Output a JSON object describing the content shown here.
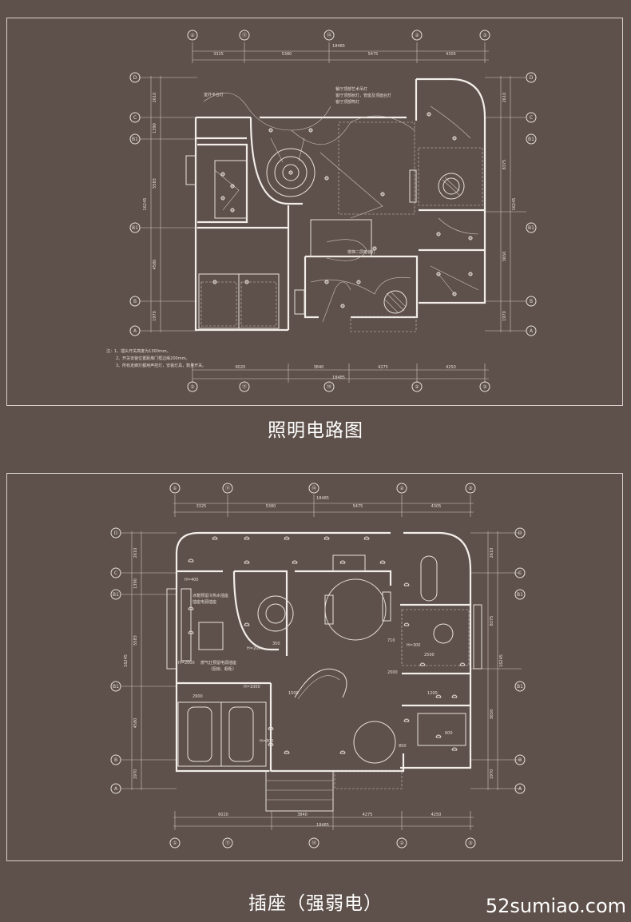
{
  "captions": {
    "lighting": "照明电路图",
    "sockets": "插座（强弱电）"
  },
  "watermark": "52sumiao.com",
  "grid": {
    "top_axes": [
      "①",
      "⑪",
      "⑭",
      "②",
      "③"
    ],
    "side_axes": [
      "D",
      "C",
      "B1",
      "B1",
      "B",
      "A"
    ],
    "top_dims": [
      "3325",
      "5380",
      "5475",
      "4305"
    ],
    "bottom_dims": [
      "6020",
      "3840",
      "4275",
      "4250"
    ],
    "total": "18485",
    "left_dims": [
      "2610",
      "1390",
      "5583",
      "4580",
      "1970"
    ],
    "left_total": "16245",
    "right_dims": [
      "2610",
      "8375",
      "3650",
      "1970"
    ],
    "right_total": "16245"
  },
  "lighting_notes": {
    "note_1": "注：1、插头开关高度为1300mm。",
    "note_2": "2、开关安装位置距离门框边缘200mm。",
    "note_3": "3、所有走廊灯都用声控灯，安装灯具，数量开关。",
    "label_stair": "楼梯二层暗装灯",
    "label_terrace": "室外平台灯",
    "label_a": "餐厅顶部艺术吊灯",
    "label_b": "客厅顶部射灯，管座及顶面台灯",
    "label_c": "客厅顶部筒灯"
  },
  "socket_notes": {
    "label_fridge": "冰箱预留冷热水插座",
    "label_fridge2": "插座电源插座",
    "label_kitchen": "燃气灶预留电源插座",
    "label_kitchen2": "（厨房、橱柜）",
    "h1": "H=300",
    "h2": "H=1000",
    "h3": "H=200",
    "h4": "H=300",
    "h5": "H=400",
    "h6": "H=2000",
    "n350": "350",
    "n2500": "2500",
    "n2900": "2900",
    "n1500": "1500",
    "n2000": "2000",
    "n710": "710",
    "n1200": "1200",
    "n850": "850",
    "n600": "600"
  }
}
